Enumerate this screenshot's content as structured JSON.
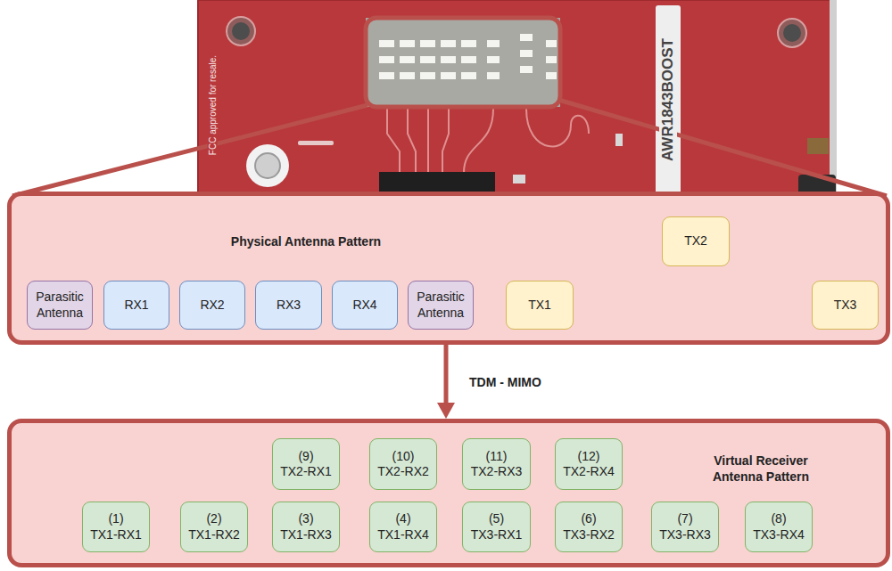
{
  "diagram": {
    "nodes": [
      {
        "text": [
          "Physical Antenna Pattern"
        ]
      },
      {
        "text": [
          "TX2"
        ],
        "in": 0
      },
      {
        "text": [
          "Parasitic Antenna"
        ],
        "in": 0
      },
      {
        "text": [
          "RX1"
        ],
        "in": 0
      },
      {
        "text": [
          "RX2"
        ],
        "in": 0
      },
      {
        "text": [
          "RX3"
        ],
        "in": 0
      },
      {
        "text": [
          "RX4"
        ],
        "in": 0
      },
      {
        "text": [
          "Parasitic Antenna"
        ],
        "in": 0
      },
      {
        "text": [
          "TX1"
        ],
        "in": 0
      },
      {
        "text": [
          "TX3"
        ],
        "in": 0
      },
      {
        "text": [
          "Virtual Receiver Antenna Pattern"
        ]
      },
      {
        "text": [
          "(9)",
          "TX2-RX1"
        ],
        "in": 10
      },
      {
        "text": [
          "(10)",
          "TX2-RX2"
        ],
        "in": 10
      },
      {
        "text": [
          "(11)",
          "TX2-RX3"
        ],
        "in": 10
      },
      {
        "text": [
          "(12)",
          "TX2-RX4"
        ],
        "in": 10
      },
      {
        "text": [
          "(1)",
          "TX1-RX1"
        ],
        "in": 10
      },
      {
        "text": [
          "(2)",
          "TX1-RX2"
        ],
        "in": 10
      },
      {
        "text": [
          "(3)",
          "TX1-RX3"
        ],
        "in": 10
      },
      {
        "text": [
          "(4)",
          "TX1-RX4"
        ],
        "in": 10
      },
      {
        "text": [
          "(5)",
          "TX3-RX1"
        ],
        "in": 10
      },
      {
        "text": [
          "(6)",
          "TX3-RX2"
        ],
        "in": 10
      },
      {
        "text": [
          "(7)",
          "TX3-RX3"
        ],
        "in": 10
      },
      {
        "text": [
          "(8)",
          "TX3-RX4"
        ],
        "in": 10
      }
    ],
    "edges": [
      {
        "from": 0,
        "to": 10,
        "arrow": "to",
        "label": "TDM - MIMO"
      }
    ],
    "labels": [
      "FCC approved for resale.",
      "AWR1843BOOST"
    ]
  }
}
